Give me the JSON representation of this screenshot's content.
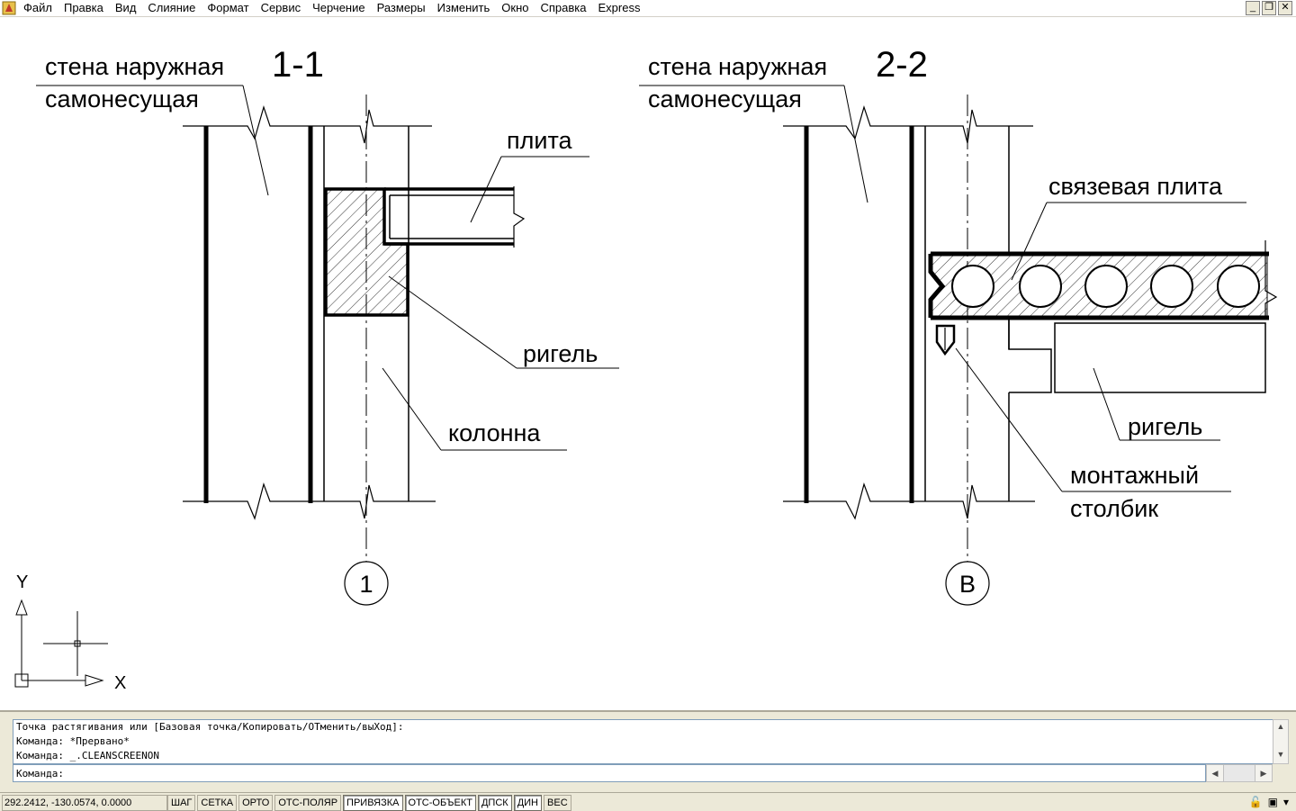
{
  "menu": {
    "items": [
      "Файл",
      "Правка",
      "Вид",
      "Слияние",
      "Формат",
      "Сервис",
      "Черчение",
      "Размеры",
      "Изменить",
      "Окно",
      "Справка",
      "Express"
    ]
  },
  "window_controls": {
    "minimize": "_",
    "restore": "❐",
    "close": "✕"
  },
  "drawing": {
    "section1": {
      "title": "1-1",
      "wall_label_1": "стена наружная",
      "wall_label_2": "самонесущая",
      "slab_label": "плита",
      "beam_label": "ригель",
      "column_label": "колонна",
      "axis_marker": "1"
    },
    "section2": {
      "title": "2-2",
      "wall_label_1": "стена наружная",
      "wall_label_2": "самонесущая",
      "slab_label": "связевая плита",
      "beam_label": "ригель",
      "post_label_1": "монтажный",
      "post_label_2": "столбик",
      "axis_marker": "В"
    },
    "ucs": {
      "y_label": "Y",
      "x_label": "X"
    }
  },
  "command": {
    "history": [
      "Точка растягивания или [Базовая точка/Копировать/ОТменить/выХод]:",
      "Команда: *Прервано*",
      "Команда: _.CLEANSCREENON"
    ],
    "prompt": "Команда:"
  },
  "status": {
    "coordinates": "292.2412, -130.0574, 0.0000",
    "toggles": [
      "ШАГ",
      "СЕТКА",
      "ОРТО",
      "ОТС-ПОЛЯР",
      "ПРИВЯЗКА",
      "ОТС-ОБЪЕКТ",
      "ДПСК",
      "ДИН",
      "ВЕС"
    ]
  },
  "colors": {
    "background": "#ffffff",
    "chrome": "#ece9d8",
    "ink": "#000000"
  }
}
